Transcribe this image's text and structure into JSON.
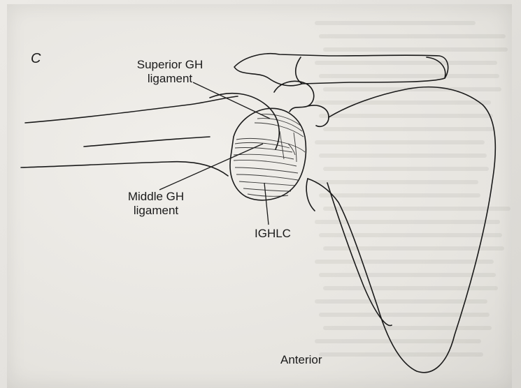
{
  "figure": {
    "panel_letter": "C",
    "labels": {
      "superior_line1": "Superior GH",
      "superior_line2": "ligament",
      "middle_line1": "Middle GH",
      "middle_line2": "ligament",
      "ighlc": "IGHLC",
      "anterior": "Anterior"
    }
  },
  "colors": {
    "ink": "#1a1a1a",
    "paper": "#ebe9e4"
  }
}
